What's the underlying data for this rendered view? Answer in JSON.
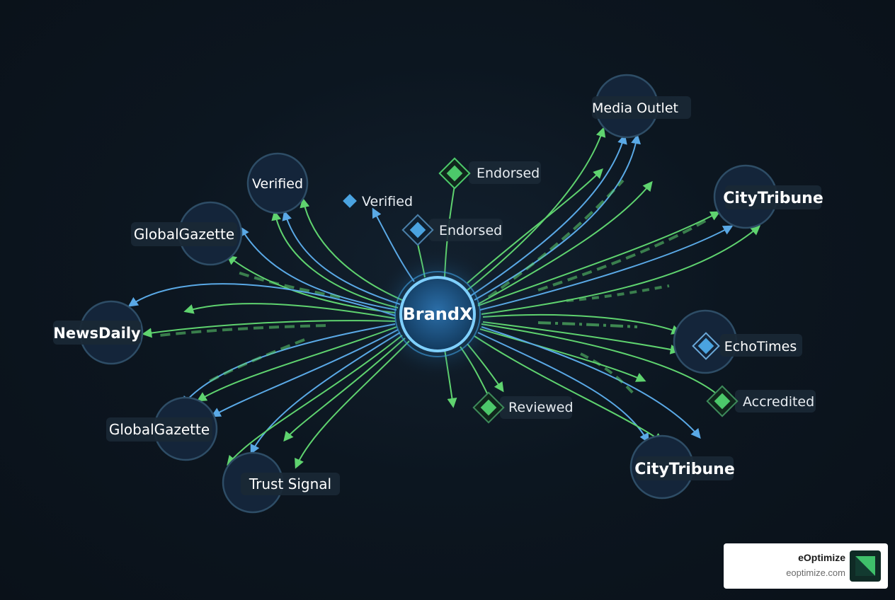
{
  "hub": {
    "label": "BrandX"
  },
  "nodes": [
    {
      "id": "media-outlet",
      "label": "Media Outlet"
    },
    {
      "id": "citytribune-top",
      "label": "CityTribune"
    },
    {
      "id": "echotimes",
      "label": "EchoTimes"
    },
    {
      "id": "citytribune-bottom",
      "label": "CityTribune"
    },
    {
      "id": "trust-signal",
      "label": "Trust Signal"
    },
    {
      "id": "globalgazette-bottom",
      "label": "GlobalGazette"
    },
    {
      "id": "newsdaily",
      "label": "NewsDaily"
    },
    {
      "id": "globalgazette-top",
      "label": "GlobalGazette"
    },
    {
      "id": "verified-node",
      "label": "Verified"
    }
  ],
  "tags": [
    {
      "id": "verified-tag",
      "label": "Verified",
      "color": "#4aa3e0"
    },
    {
      "id": "endorsed-top",
      "label": "Endorsed",
      "color": "#4cc96a"
    },
    {
      "id": "endorsed-mid",
      "label": "Endorsed",
      "color": "#4aa3e0"
    },
    {
      "id": "reviewed",
      "label": "Reviewed",
      "color": "#4cc96a"
    },
    {
      "id": "accredited",
      "label": "Accredited",
      "color": "#4cc96a"
    }
  ],
  "colors": {
    "green": "#5fd36f",
    "blue": "#5aa9e6",
    "hub_glow": "#4fb3f0"
  },
  "watermark": {
    "name": "eOptimize",
    "url": "eoptimize.com"
  }
}
